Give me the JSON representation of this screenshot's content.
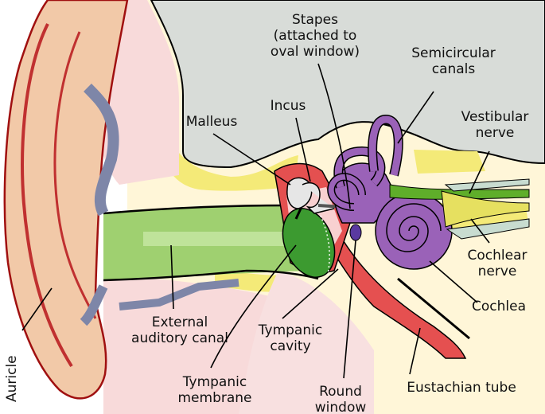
{
  "colors": {
    "skin": "#f2c9a8",
    "skin_outline": "#a01010",
    "bone_gray": "#d8dcd8",
    "tissue_pink": "#f8dada",
    "cartilage_blue": "#7e86a8",
    "fat_yellow": "#f8f4c0",
    "bright_yellow": "#f0e060",
    "canal_green": "#7ec850",
    "membrane_green": "#3c9a30",
    "ossicle_red": "#e05050",
    "inner_purple": "#9a62b8",
    "nerve_green": "#4f9a20",
    "tube_red": "#d84040"
  },
  "labels": {
    "stapes": [
      "Stapes",
      "(attached to",
      "oval window)"
    ],
    "semicircular": [
      "Semicircular",
      "canals"
    ],
    "incus": [
      "Incus"
    ],
    "malleus": [
      "Malleus"
    ],
    "vestibular": [
      "Vestibular",
      "nerve"
    ],
    "cochlear_nerve": [
      "Cochlear",
      "nerve"
    ],
    "cochlea": [
      "Cochlea"
    ],
    "external_canal": [
      "External",
      "auditory canal"
    ],
    "tympanic_cavity": [
      "Tympanic",
      "cavity"
    ],
    "tympanic_membrane": [
      "Tympanic",
      "membrane"
    ],
    "round_window": [
      "Round",
      "window"
    ],
    "eustachian": [
      "Eustachian tube"
    ],
    "auricle": [
      "Auricle"
    ]
  }
}
